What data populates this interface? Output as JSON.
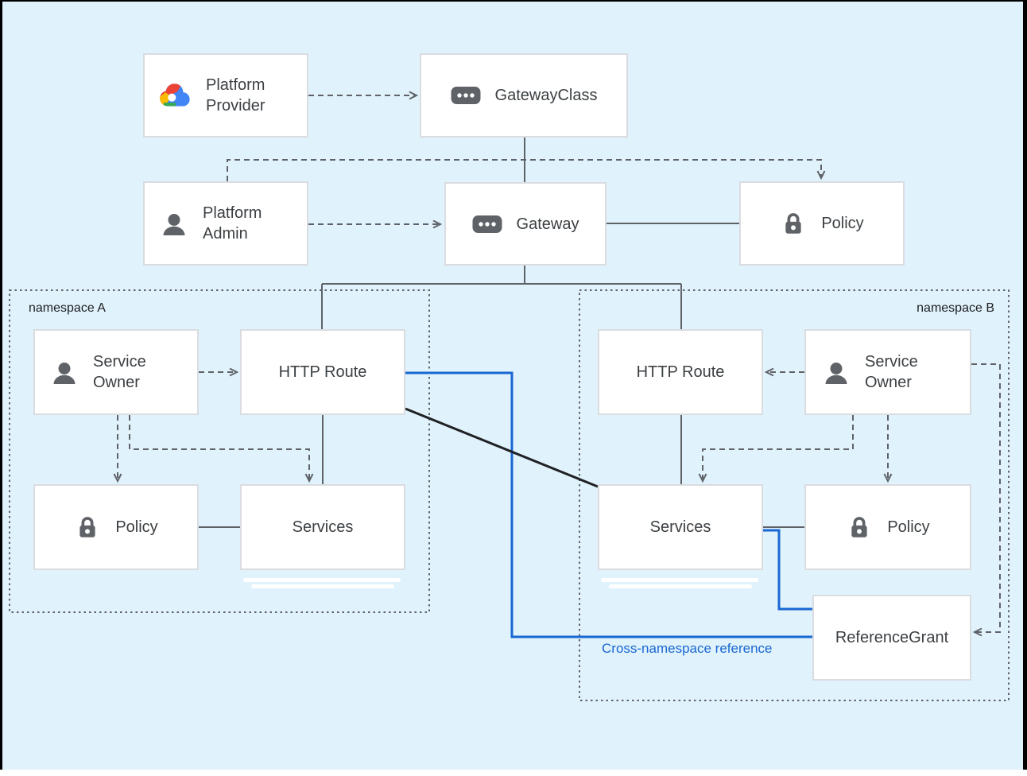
{
  "diagram": {
    "title_hidden": "",
    "colors": {
      "background": "#e0f2fc",
      "line_gray": "#5f6368",
      "accent_blue": "#1967d2",
      "box_border": "#dadce0",
      "black_line": "#202124"
    },
    "groups": {
      "namespace_a": {
        "label": "namespace A"
      },
      "namespace_b": {
        "label": "namespace B"
      }
    },
    "nodes": {
      "platform_provider": {
        "label": "Platform Provider",
        "icon": "google-cloud-logo"
      },
      "gateway_class": {
        "label": "GatewayClass",
        "icon": "resource-chip"
      },
      "platform_admin": {
        "label": "Platform Admin",
        "icon": "person"
      },
      "gateway": {
        "label": "Gateway",
        "icon": "resource-chip"
      },
      "policy_top": {
        "label": "Policy",
        "icon": "lock"
      },
      "service_owner_a": {
        "label": "Service Owner",
        "icon": "person"
      },
      "http_route_a": {
        "label": "HTTP Route",
        "icon": "none"
      },
      "policy_a": {
        "label": "Policy",
        "icon": "lock"
      },
      "services_a": {
        "label": "Services",
        "icon": "none"
      },
      "http_route_b": {
        "label": "HTTP Route",
        "icon": "none"
      },
      "service_owner_b": {
        "label": "Service Owner",
        "icon": "person"
      },
      "services_b": {
        "label": "Services",
        "icon": "none"
      },
      "policy_b": {
        "label": "Policy",
        "icon": "lock"
      },
      "reference_grant": {
        "label": "ReferenceGrant",
        "icon": "none"
      }
    },
    "annotations": {
      "cross_namespace": {
        "label": "Cross-namespace reference",
        "color": "#1967d2"
      }
    }
  }
}
